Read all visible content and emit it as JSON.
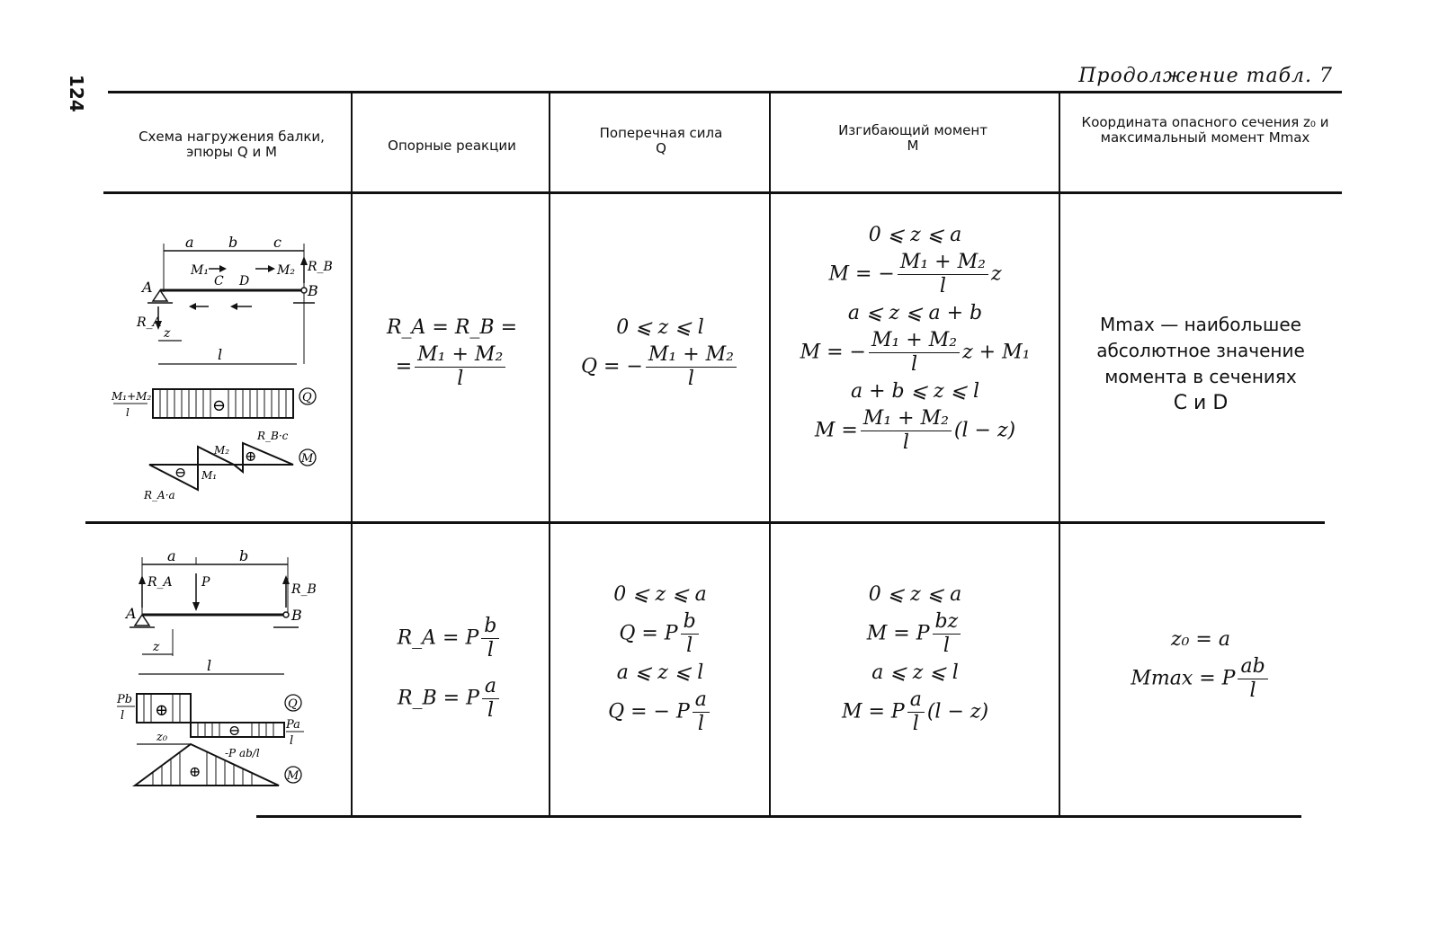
{
  "page": {
    "number": "124",
    "continuation": "Продолжение табл. 7"
  },
  "headers": {
    "scheme": "Схема нагружения балки, эпюры Q и M",
    "reactions": "Опорные реакции",
    "shear": "Поперечная сила Q",
    "moment": "Изгибающий момент M",
    "extremum": "Координата опасного сечения z₀ и максимальный момент Mmax"
  },
  "row1": {
    "diagram_labels": {
      "a": "a",
      "b": "b",
      "c": "c",
      "A": "A",
      "B": "B",
      "C": "C",
      "D": "D",
      "M1": "M₁",
      "M2": "M₂",
      "RA": "R_A",
      "RB": "R_B",
      "z": "z",
      "l": "l",
      "q_label_num": "M₁+M₂",
      "q_label_den": "l",
      "Q": "Q",
      "M": "M",
      "minus": "⊖",
      "plus": "⊕",
      "RBc": "R_B·c",
      "RAa": "R_A·a",
      "M2b": "M₂",
      "M1b": "M₁"
    },
    "reactions": {
      "l1": "R_A = R_B =",
      "l2_prefix": "=",
      "num": "M₁ + M₂",
      "den": "l"
    },
    "shear": {
      "range": "0 ⩽ z ⩽ l",
      "prefix": "Q = −",
      "num": "M₁ + M₂",
      "den": "l"
    },
    "moment": {
      "r1": "0 ⩽ z ⩽ a",
      "e1_prefix": "M = −",
      "e1_num": "M₁ + M₂",
      "e1_den": "l",
      "e1_suffix": "z",
      "r2": "a ⩽ z ⩽ a + b",
      "e2_prefix": "M = −",
      "e2_num": "M₁ + M₂",
      "e2_den": "l",
      "e2_suffix": "z + M₁",
      "r3": "a + b ⩽ z ⩽ l",
      "e3_prefix": "M =",
      "e3_num": "M₁ + M₂",
      "e3_den": "l",
      "e3_suffix": "(l − z)"
    },
    "extremum": {
      "l1": "Mmax — наибольшее",
      "l2": "абсолютное значение",
      "l3": "момента в сечениях",
      "l4": "C и D"
    }
  },
  "row2": {
    "diagram_labels": {
      "a": "a",
      "b": "b",
      "A": "A",
      "B": "B",
      "RA": "R_A",
      "RB": "R_B",
      "P": "P",
      "z": "z",
      "l": "l",
      "z0": "z₀",
      "Pb_num": "Pb",
      "Pb_den": "l",
      "Pa_num": "Pa",
      "Pa_den": "l",
      "Pab": "-P ab/l",
      "Q": "Q",
      "M": "M",
      "plus": "⊕",
      "minus": "⊖"
    },
    "reactions": {
      "ra_prefix": "R_A = P",
      "ra_num": "b",
      "ra_den": "l",
      "rb_prefix": "R_B = P",
      "rb_num": "a",
      "rb_den": "l"
    },
    "shear": {
      "r1": "0 ⩽ z ⩽ a",
      "e1_prefix": "Q = P",
      "e1_num": "b",
      "e1_den": "l",
      "r2": "a ⩽ z ⩽ l",
      "e2_prefix": "Q = − P",
      "e2_num": "a",
      "e2_den": "l"
    },
    "moment": {
      "r1": "0 ⩽ z ⩽ a",
      "e1_prefix": "M = P",
      "e1_num": "bz",
      "e1_den": "l",
      "r2": "a ⩽ z ⩽ l",
      "e2_prefix": "M = P",
      "e2_num": "a",
      "e2_den": "l",
      "e2_suffix": "(l − z)"
    },
    "extremum": {
      "z0": "z₀ = a",
      "mmax_prefix": "Mmax = P",
      "mmax_num": "ab",
      "mmax_den": "l"
    }
  }
}
